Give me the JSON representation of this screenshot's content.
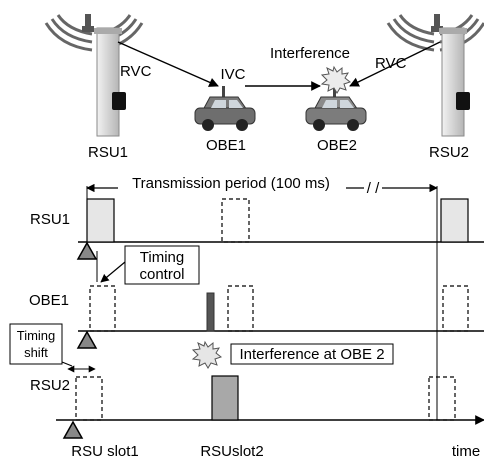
{
  "top": {
    "rsu1": "RSU1",
    "rsu2": "RSU2",
    "obe1": "OBE1",
    "obe2": "OBE2",
    "rvc_left": "RVC",
    "rvc_right": "RVC",
    "ivc": "IVC",
    "interference": "Interference"
  },
  "timeline": {
    "transmission_period": "Transmission period (100 ms)",
    "period_break": "/ /",
    "row_rsu1": "RSU1",
    "row_obe1": "OBE1",
    "row_rsu2": "RSU2",
    "timing_control": [
      "Timing",
      "control"
    ],
    "timing_shift": [
      "Timing",
      "shift"
    ],
    "interference_at_obe2": "Interference at OBE 2",
    "rsu_slot1": "RSU slot1",
    "rsu_slot2": "RSUslot2",
    "time": "time"
  },
  "colors": {
    "pulse_light": "#e6e6e6",
    "pulse_gray": "#a8a8a8",
    "pulse_dark": "#555555",
    "pole": "#d8d8d8",
    "car": "#7d7d7d"
  }
}
